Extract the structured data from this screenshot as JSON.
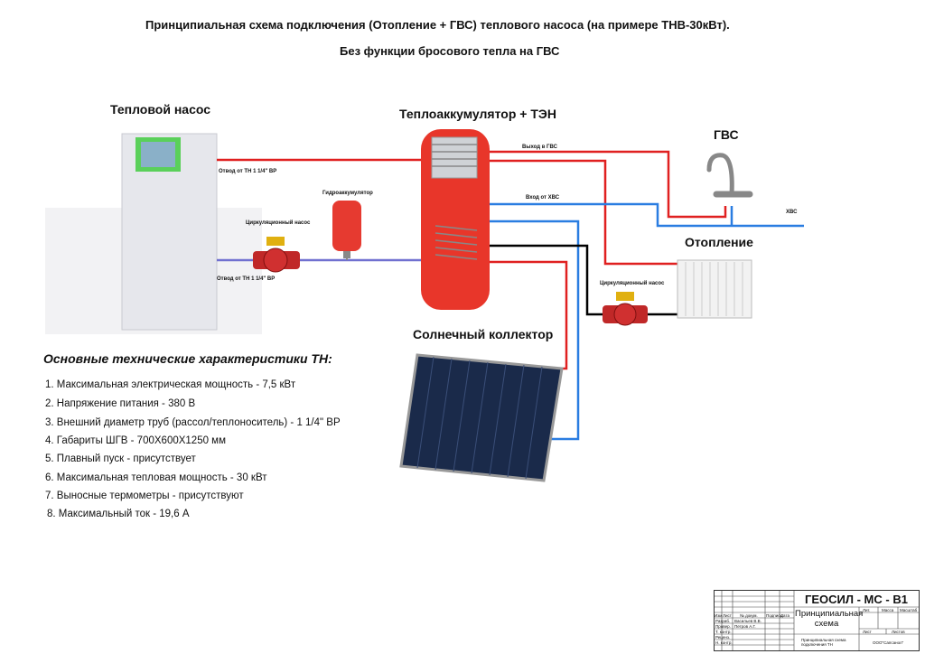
{
  "title": "Принципиальная схема подключения (Отопление + ГВС) теплового насоса (на примере ТНВ-30кВт).",
  "subtitle": "Без функции бросового тепла на ГВС",
  "components": {
    "heat_pump": "Тепловой насос",
    "storage": "Теплоаккумулятор + ТЭН",
    "dhw": "ГВС",
    "heating": "Отопление",
    "solar": "Солнечный коллектор"
  },
  "labels": {
    "outlet_top": "Отвод от ТН 1 1/4\" ВР",
    "outlet_bottom": "Отвод от ТН 1 1/4\" ВР",
    "expansion_tank": "Гидроаккумулятор",
    "pump1": "Циркуляционный насос",
    "pump2": "Циркуляционный насос",
    "dhw_out": "Выход в ГВС",
    "cold_in": "Вход от ХВС",
    "cold_water": "ХВС"
  },
  "specs_title": "Основные технические характеристики ТН:",
  "specs": [
    "1. Максимальная электрическая мощность - 7,5 кВт",
    "2. Напряжение питания - 380 В",
    "3. Внешний диаметр труб (рассол/теплоноситель) - 1 1/4\" ВР",
    "4. Габариты ШГВ - 700Х600Х1250 мм",
    "5. Плавный пуск - присутствует",
    "6. Максимальная тепловая мощность - 30 кВт",
    "7. Выносные термометры - присутствуют",
    "8. Максимальный ток - 19,6 А"
  ],
  "title_block": {
    "code": "ГЕОСИЛ - МС - В1",
    "name": "Принципиальная схема",
    "cols": [
      "Изм",
      "Лист",
      "№ докум.",
      "Подпись",
      "Дата"
    ],
    "rows": [
      "Разраб.",
      "Провер.",
      "Т. контр.",
      "Реценз.",
      "Н. контр."
    ],
    "people": [
      "Васильев В.В.",
      "Петров А.Г."
    ],
    "lit": "Лит.",
    "mass": "Масса",
    "scale": "Масштаб",
    "sheet": "Лист",
    "sheets": "Листов",
    "desc": "Принципиальная схема подключения ТН",
    "org": "ООО\"Сапсанол\""
  },
  "colors": {
    "hot": "#e02020",
    "cold": "#2a7de1",
    "return": "#7070d0",
    "black": "#000000",
    "tank": "#e8362a"
  }
}
